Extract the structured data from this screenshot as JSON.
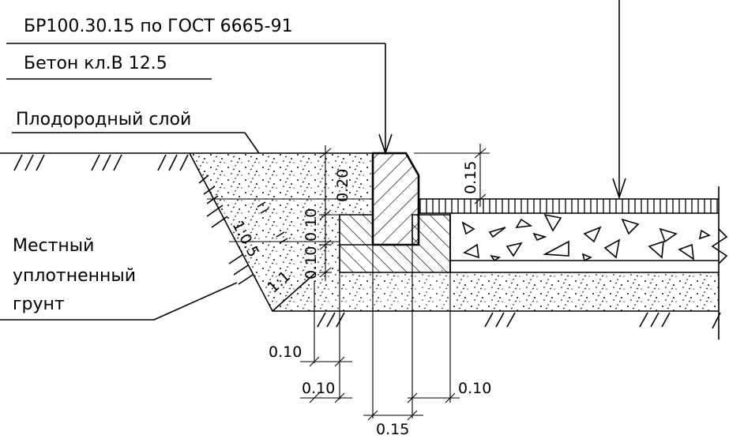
{
  "labels": {
    "curb": "БР100.30.15 по ГОСТ 6665-91",
    "concrete": "Бетон кл.В 12.5",
    "fertile_layer": "Плодородный слой",
    "local_soil_line1": "Местный",
    "local_soil_line2": "уплотненный",
    "local_soil_line3": "грунт"
  },
  "dimensions": {
    "d020": "0.20",
    "d015_top": "0.15",
    "d010_a": "0.10",
    "d010_b": "0.10",
    "slope_1": "1:0.5",
    "slope_2": "1:1",
    "bottom_010_a": "0.10",
    "bottom_010_b": "0.10",
    "bottom_010_c": "0.10",
    "bottom_015": "0.15"
  },
  "colors": {
    "line": "#000000",
    "background": "#ffffff"
  }
}
